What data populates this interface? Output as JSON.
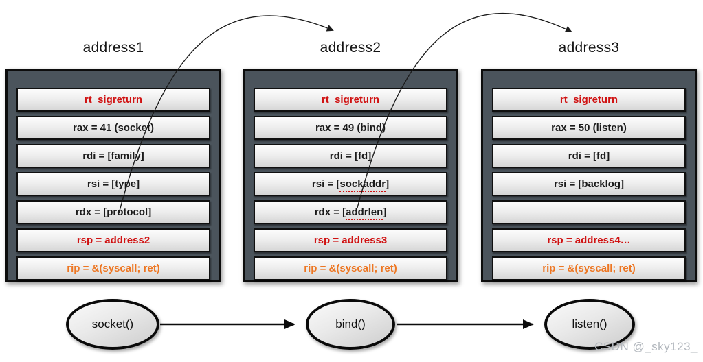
{
  "frames": [
    {
      "label": "address1",
      "node_label": "socket()",
      "rows": [
        {
          "text": "rt_sigreturn",
          "style": "red"
        },
        {
          "text": "rax = 41 (socket)",
          "style": "plain"
        },
        {
          "text": "rdi = [family]",
          "style": "plain"
        },
        {
          "text": "rsi = [type]",
          "style": "plain"
        },
        {
          "text": "rdx = [protocol]",
          "style": "plain"
        },
        {
          "text": "rsp = address2",
          "style": "red"
        },
        {
          "text": "rip = &(syscall; ret)",
          "style": "orange"
        }
      ]
    },
    {
      "label": "address2",
      "node_label": "bind()",
      "rows": [
        {
          "text": "rt_sigreturn",
          "style": "red"
        },
        {
          "text": "rax = 49 (bind)",
          "style": "plain"
        },
        {
          "text": "rdi = [fd]",
          "style": "plain"
        },
        {
          "text": "rsi = [sockaddr]",
          "style": "plain",
          "underline_word": "sockaddr"
        },
        {
          "text": "rdx = [addrlen]",
          "style": "plain",
          "underline_word": "addrlen"
        },
        {
          "text": "rsp = address3",
          "style": "red"
        },
        {
          "text": "rip = &(syscall; ret)",
          "style": "orange"
        }
      ]
    },
    {
      "label": "address3",
      "node_label": "listen()",
      "rows": [
        {
          "text": "rt_sigreturn",
          "style": "red"
        },
        {
          "text": "rax = 50 (listen)",
          "style": "plain"
        },
        {
          "text": "rdi = [fd]",
          "style": "plain"
        },
        {
          "text": "rsi = [backlog]",
          "style": "plain"
        },
        {
          "text": "",
          "style": "plain"
        },
        {
          "text": "rsp = address4…",
          "style": "red"
        },
        {
          "text": "rip = &(syscall; ret)",
          "style": "orange"
        }
      ]
    }
  ],
  "watermark": "CSDN @_sky123_",
  "colors": {
    "red": "#d01212",
    "orange": "#ed7622",
    "box_bg": "#4b545c",
    "arrow": "#1c1c1c"
  }
}
